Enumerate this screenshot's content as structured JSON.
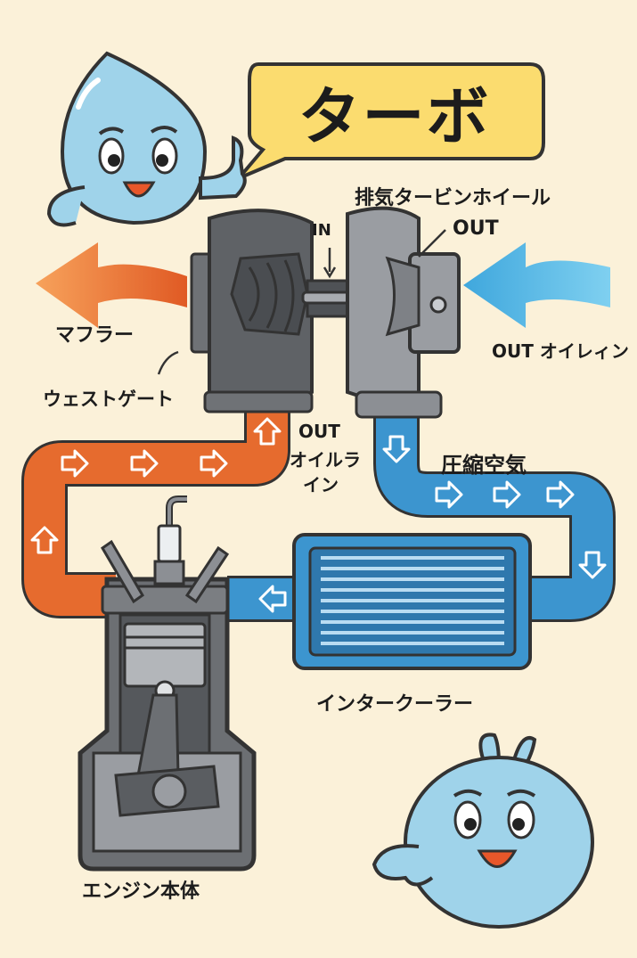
{
  "title": "ターボ",
  "labels": {
    "exhaust_turbine_wheel": "排気タービンホイール",
    "in": "IN",
    "out_top": "OUT",
    "muffler": "マフラー",
    "out_oil_in": "OUT オイレィン",
    "wastegate": "ウェストゲート",
    "out_oil_line_1": "OUT",
    "out_oil_line_2": "オイルラ",
    "out_oil_line_3": "イン",
    "compressed_air": "圧縮空気",
    "intercooler": "インタークーラー",
    "engine_body": "エンジン本体"
  },
  "colors": {
    "background": "#fbf1d9",
    "exhaust_pipe": "#e66b2e",
    "intake_pipe": "#3c95cf",
    "intake_arrow": "#56b8e3",
    "exhaust_arrow": "#ee7a32",
    "metal": "#8c8f94",
    "title_bubble": "#fbdc6f",
    "mascot": "#9fd3ea"
  },
  "icons": [
    "water-drop-mascot",
    "round-mascot",
    "flow-arrow-icon",
    "spark-plug-icon",
    "piston-icon"
  ]
}
